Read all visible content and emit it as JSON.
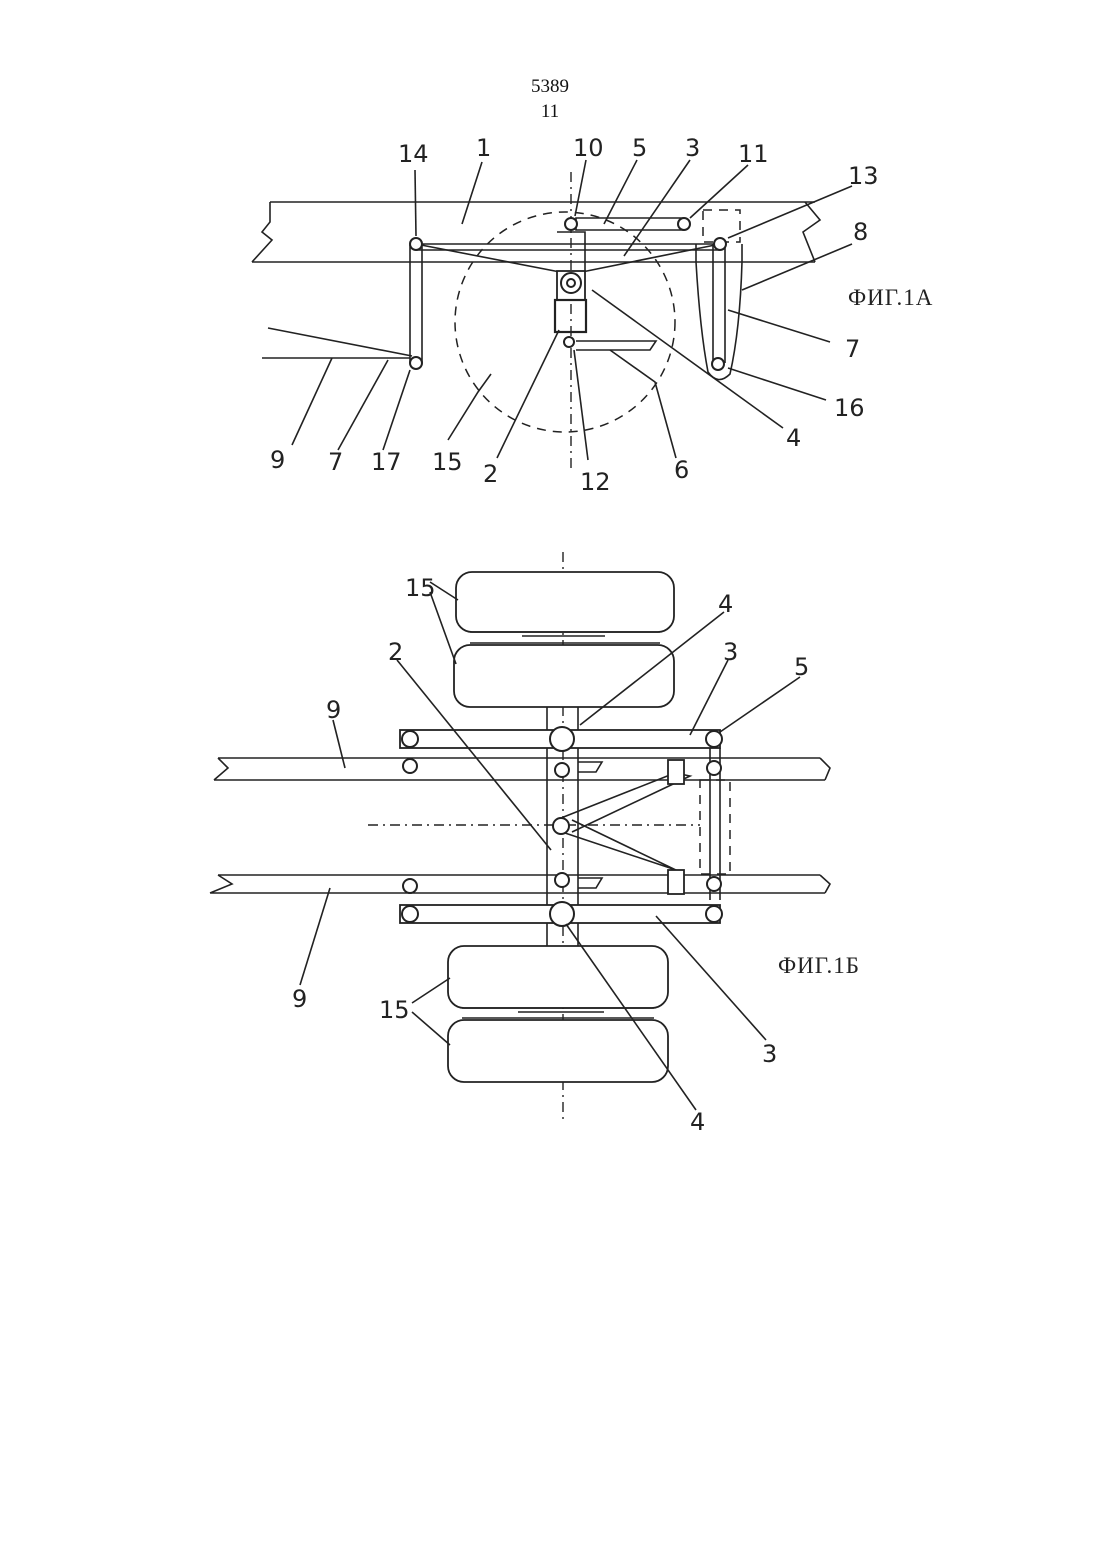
{
  "header": {
    "page_number": "5389",
    "sheet_number": "11"
  },
  "fig1a": {
    "caption": "ФИГ.1А",
    "labels": {
      "l14": "14",
      "l1": "1",
      "l10": "10",
      "l5": "5",
      "l3": "3",
      "l11": "11",
      "l13": "13",
      "l8": "8",
      "l7r": "7",
      "l16": "16",
      "l4": "4",
      "l6": "6",
      "l12": "12",
      "l2": "2",
      "l15": "15",
      "l17": "17",
      "l7l": "7",
      "l9": "9"
    }
  },
  "fig1b": {
    "caption": "ФИГ.1Б",
    "labels": {
      "l15t": "15",
      "l4t": "4",
      "l2": "2",
      "l3t": "3",
      "l5": "5",
      "l9t": "9",
      "l9b": "9",
      "l15b": "15",
      "l3b": "3",
      "l4b": "4"
    }
  }
}
